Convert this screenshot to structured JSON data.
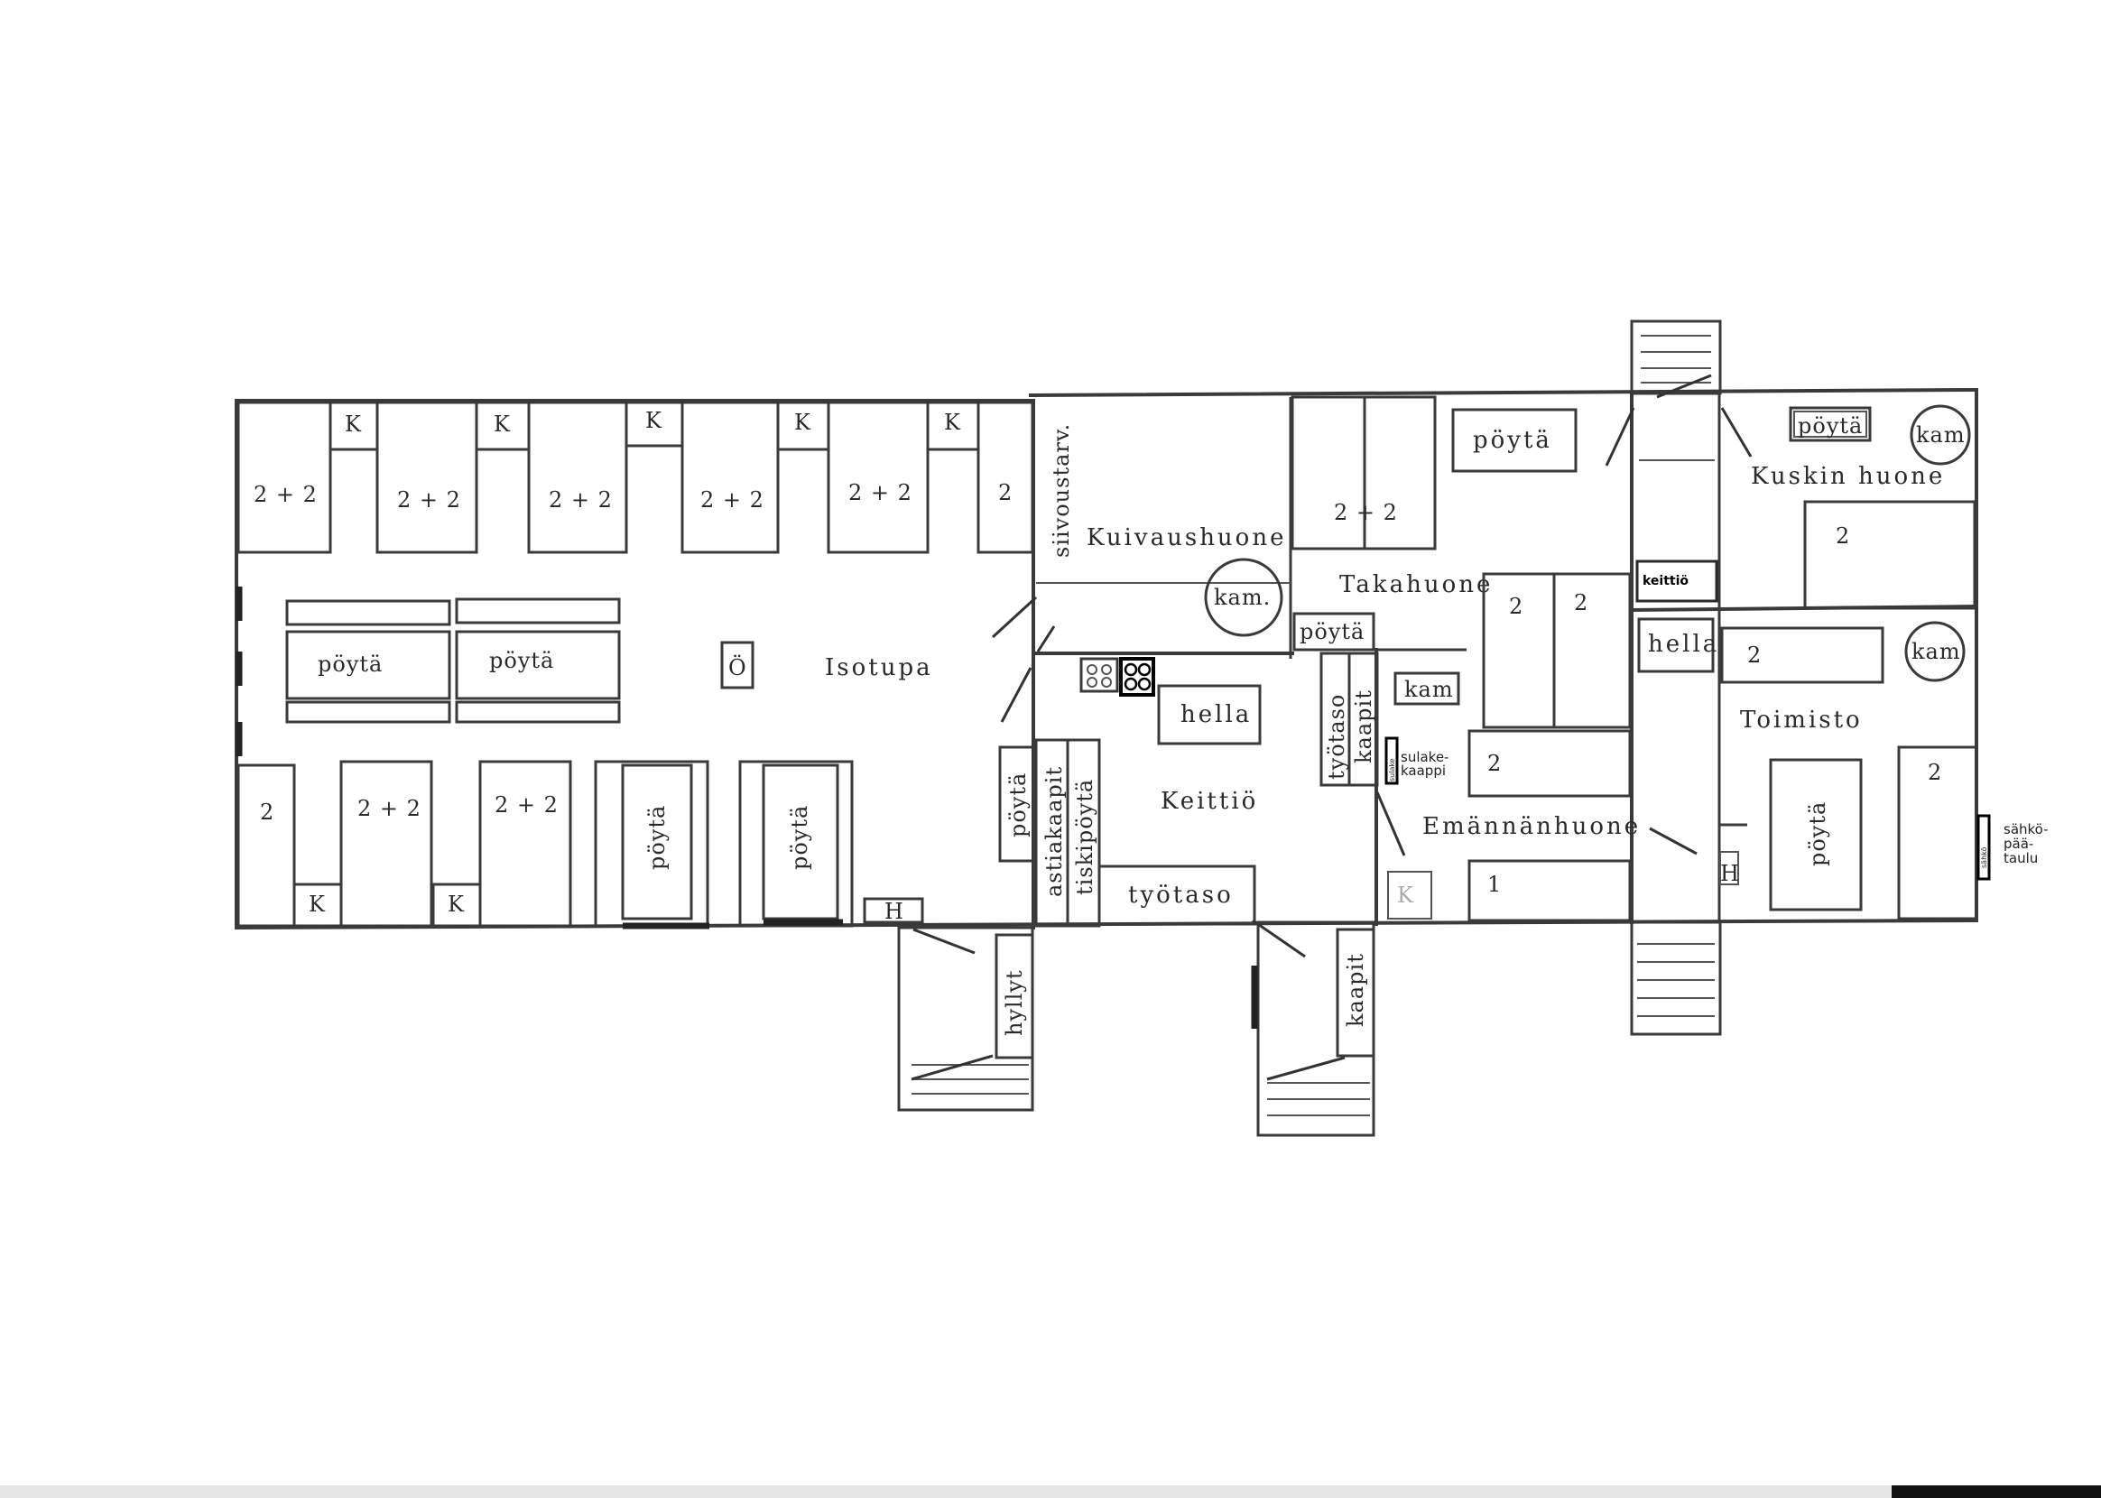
{
  "rooms": {
    "isotupa": "Isotupa",
    "kuivaushuone": "Kuivaushuone",
    "siivoustarv": "siivoustarv.",
    "takahuone": "Takahuone",
    "keittio": "Keittiö",
    "emannanhuone": "Emännänhuone",
    "kuskin_huone": "Kuskin huone",
    "toimisto": "Toimisto",
    "keittio_small": "keittiö"
  },
  "furniture": {
    "bunk_2plus2": "2 + 2",
    "bunk_2plus2_takahuone": "2 + 2",
    "bed_2": "2",
    "bed_1": "1",
    "locker": "K",
    "table": "pöytä",
    "stove": "hella",
    "fireplace": "kam.",
    "fireplace_short": "kam",
    "oven": "Ö",
    "work_surface": "työtaso",
    "cabinets": "kaapit",
    "dish_cabinets": "astiakaapit",
    "sink_counter": "tiskipöytä",
    "shelves": "hyllyt",
    "hanger": "H"
  },
  "electrical": {
    "fuse_box_label": "sulake-\nkaappi",
    "fuse_box_tag": "sulake",
    "main_panel_label": "sähkö-\npää-\ntaulu",
    "main_panel_tag": "sähkö"
  },
  "colors": {
    "line": "#3a3a3a",
    "background": "#ffffff",
    "bottom_strip": "#e6e6e6"
  }
}
